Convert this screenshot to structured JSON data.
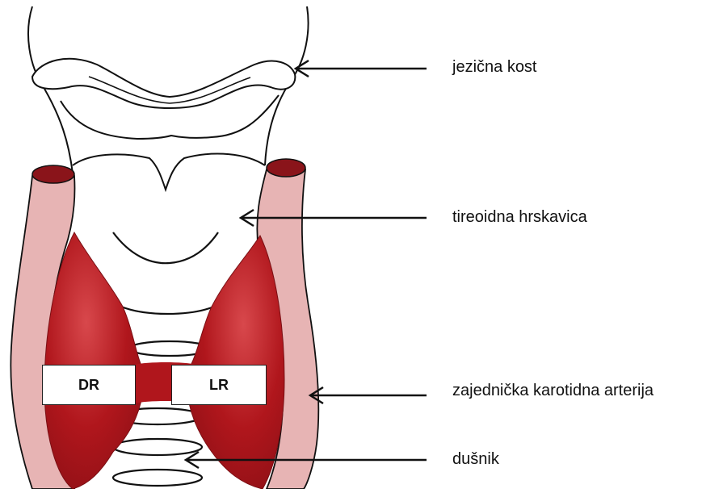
{
  "labels": {
    "hyoid": "jezična kost",
    "thyroid_cartilage": "tireoidna hrskavica",
    "carotid": "zajednička karotidna arterija",
    "trachea": "dušnik"
  },
  "lobes": {
    "right": "DR",
    "left": "LR"
  },
  "colors": {
    "gland": "#b0161c",
    "gland_highlight": "#d8484c",
    "artery": "#e7b4b4",
    "artery_cap": "#8a141a",
    "outline": "#111111",
    "background": "#ffffff"
  }
}
